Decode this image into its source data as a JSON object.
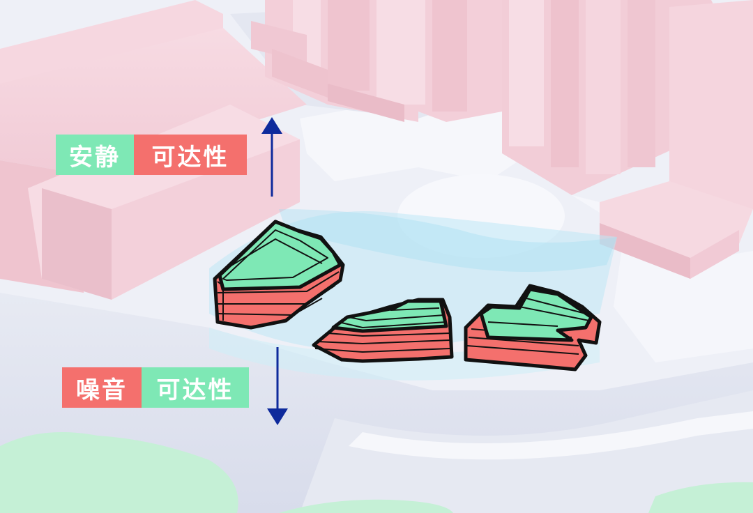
{
  "labels": {
    "top": {
      "first": "安静",
      "second": "可达性"
    },
    "bottom": {
      "first": "噪音",
      "second": "可达性"
    }
  },
  "colors": {
    "green": "#7ee8b5",
    "red": "#f4706d",
    "arrow": "#0e2a9c",
    "building_pink": "#f4d3dc",
    "road": "#dfe3ef",
    "ground": "#f7f8fc",
    "water_blue": "#bfe7f6"
  },
  "icons": {
    "up_arrow": "arrow-up-icon",
    "down_arrow": "arrow-down-icon"
  }
}
